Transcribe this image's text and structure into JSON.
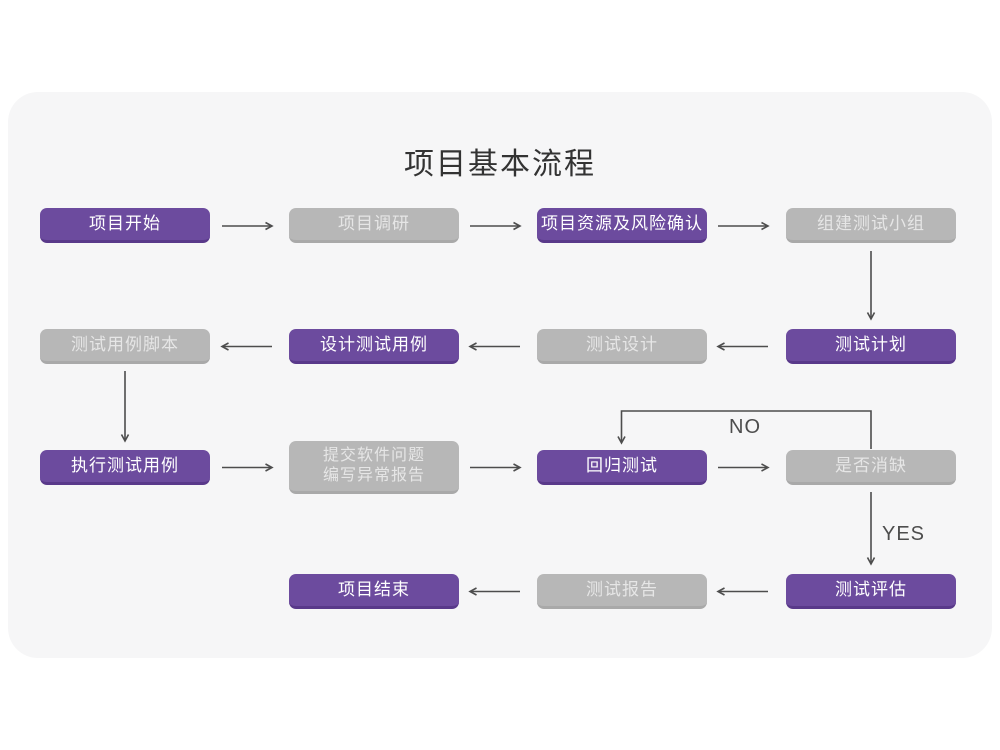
{
  "title": "项目基本流程",
  "labels": {
    "no": "NO",
    "yes": "YES"
  },
  "colors": {
    "page_bg": "#FFFFFF",
    "card_bg": "#F6F6F7",
    "title_text": "#333333",
    "purple": "#6C4B9E",
    "purple_dark": "#59398A",
    "gray": "#B7B7B7",
    "gray_dark": "#A9A9A9",
    "node_text": "#FFFFFF",
    "gray_node_text": "#E6E6E6",
    "arrow_color": "#4D4D4D"
  },
  "nodes": [
    {
      "id": "project-start",
      "label": "项目开始",
      "variant": "purple"
    },
    {
      "id": "project-research",
      "label": "项目调研",
      "variant": "gray"
    },
    {
      "id": "resource-risk",
      "label": "项目资源及风险确认",
      "variant": "purple"
    },
    {
      "id": "build-test-team",
      "label": "组建测试小组",
      "variant": "gray"
    },
    {
      "id": "test-plan",
      "label": "测试计划",
      "variant": "purple"
    },
    {
      "id": "test-design",
      "label": "测试设计",
      "variant": "gray"
    },
    {
      "id": "design-test-case",
      "label": "设计测试用例",
      "variant": "purple"
    },
    {
      "id": "test-case-script",
      "label": "测试用例脚本",
      "variant": "gray"
    },
    {
      "id": "execute-test-case",
      "label": "执行测试用例",
      "variant": "purple"
    },
    {
      "id": "submit-issue",
      "label_line1": "提交软件问题",
      "label_line2": "编写异常报告",
      "variant": "gray"
    },
    {
      "id": "regression-test",
      "label": "回归测试",
      "variant": "purple"
    },
    {
      "id": "defect-cleared",
      "label": "是否消缺",
      "variant": "gray"
    },
    {
      "id": "test-evaluation",
      "label": "测试评估",
      "variant": "purple"
    },
    {
      "id": "test-report",
      "label": "测试报告",
      "variant": "gray"
    },
    {
      "id": "project-end",
      "label": "项目结束",
      "variant": "purple"
    }
  ]
}
